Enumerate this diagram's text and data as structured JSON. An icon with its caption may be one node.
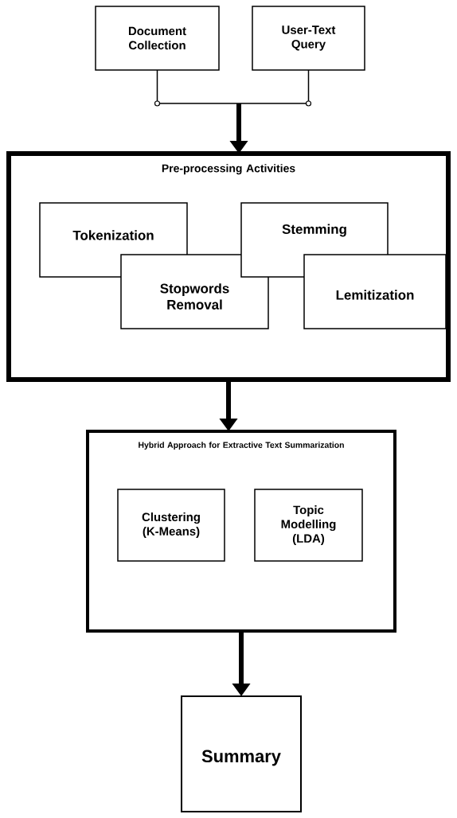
{
  "diagram": {
    "nodes": [
      {
        "text": [
          "Document Collection"
        ]
      },
      {
        "text": [
          "User-Text Query"
        ]
      },
      {
        "text": [
          "Pre-processing Activities"
        ]
      },
      {
        "text": [
          "Tokenization"
        ],
        "in": 2
      },
      {
        "text": [
          "Stopwords Removal"
        ],
        "in": 2
      },
      {
        "text": [
          "Stemming"
        ],
        "in": 2
      },
      {
        "text": [
          "Lemitization"
        ],
        "in": 2
      },
      {
        "text": [
          "Hybrid Approach for Extractive Text Summarization"
        ]
      },
      {
        "text": [
          "Clustering (K-Means)"
        ],
        "in": 7
      },
      {
        "text": [
          "Topic Modelling (LDA)"
        ],
        "in": 7
      },
      {
        "text": [
          "Summary"
        ]
      }
    ],
    "edges": [
      {
        "from": 0,
        "to": 2,
        "arrow": "to"
      },
      {
        "from": 1,
        "to": 2,
        "arrow": "to"
      },
      {
        "from": 2,
        "to": 7,
        "arrow": "to",
        "style": "thick"
      },
      {
        "from": 7,
        "to": 10,
        "arrow": "to",
        "style": "thick"
      }
    ]
  }
}
